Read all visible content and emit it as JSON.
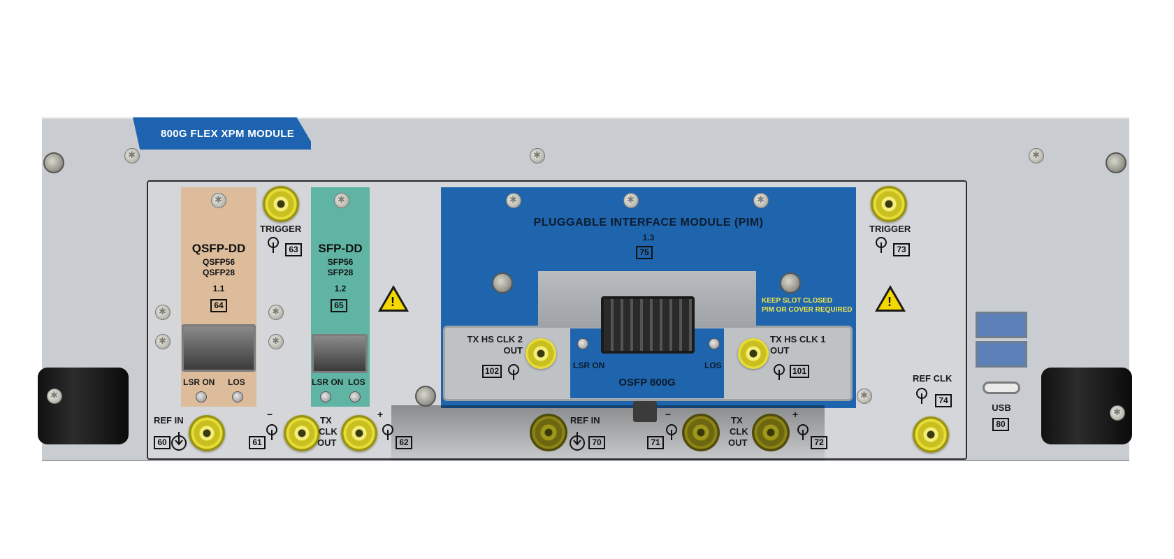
{
  "module_tag": "800G FLEX XPM MODULE",
  "left_trigger": {
    "label": "TRIGGER",
    "num": "63"
  },
  "qsfp_card": {
    "title": "QSFP-DD",
    "sub1": "QSFP56",
    "sub2": "QSFP28",
    "slot": "1.1",
    "num": "64",
    "led1": "LSR ON",
    "led2": "LOS"
  },
  "sfp_card": {
    "title": "SFP-DD",
    "sub1": "SFP56",
    "sub2": "SFP28",
    "slot": "1.2",
    "num": "65",
    "led1": "LSR ON",
    "led2": "LOS"
  },
  "pim": {
    "title": "PLUGGABLE INTERFACE MODULE (PIM)",
    "slot": "1.3",
    "num": "75",
    "keep1": "KEEP SLOT CLOSED",
    "keep2": "PIM OR COVER REQUIRED",
    "osfp": "OSFP 800G",
    "led1": "LSR ON",
    "led2": "LOS"
  },
  "hs_clk2": {
    "line1": "TX HS CLK 2",
    "line2": "OUT",
    "num": "102"
  },
  "hs_clk1": {
    "line1": "TX HS CLK 1",
    "line2": "OUT",
    "num": "101"
  },
  "right_trigger": {
    "label": "TRIGGER",
    "num": "73"
  },
  "ref_clk": {
    "label": "REF CLK",
    "num": "74"
  },
  "usb": {
    "label": "USB",
    "num": "80"
  },
  "left_ref_in": {
    "label": "REF IN",
    "num": "60"
  },
  "left_tx_clk": {
    "minus": "−",
    "plus": "+",
    "line1": "TX",
    "line2": "CLK",
    "line3": "OUT",
    "num_minus": "61",
    "num_plus": "62"
  },
  "mid_ref_in": {
    "label": "REF IN",
    "num": "70"
  },
  "mid_tx_clk": {
    "minus": "−",
    "plus": "+",
    "line1": "TX",
    "line2": "CLK",
    "line3": "OUT",
    "num_minus": "71",
    "num_plus": "72"
  },
  "warning_mark": "!"
}
